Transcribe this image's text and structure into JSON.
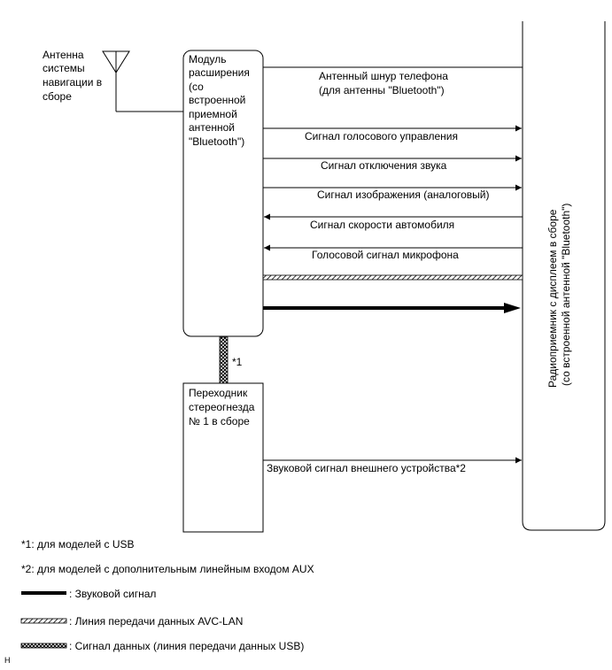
{
  "antenna": {
    "label_lines": [
      "Антенна",
      "системы",
      "навигации в",
      "сборе"
    ]
  },
  "module": {
    "label_lines": [
      "Модуль",
      "расширения",
      "(со",
      "встроенной",
      "приемной",
      "антенной",
      "\"Bluetooth\")"
    ]
  },
  "adapter": {
    "label_lines": [
      "Переходник",
      "стереогнезда",
      "№ 1 в сборе"
    ]
  },
  "radio": {
    "label_lines": [
      "Радиоприемник с дисплеем в сборе",
      "(со встроенной антенной \"Bluetooth\")"
    ]
  },
  "signals": {
    "phone_antenna": [
      "Антенный шнур телефона",
      "(для антенны \"Bluetooth\")"
    ],
    "voice_control": "Сигнал голосового управления",
    "mute": "Сигнал отключения звука",
    "image": "Сигнал изображения (аналоговый)",
    "speed": "Сигнал скорости автомобиля",
    "mic": "Голосовой сигнал микрофона",
    "external_audio": "Звуковой сигнал внешнего устройства*2",
    "usb_marker": "*1"
  },
  "notes": {
    "note1": "*1: для моделей с USB",
    "note2": "*2: для моделей с дополнительным линейным входом AUX"
  },
  "legend": {
    "audio": ": Звуковой сигнал",
    "avc_lan": ": Линия передачи данных AVC-LAN",
    "usb_data": ": Сигнал данных (линия передачи данных USB)"
  },
  "footer_mark": "H"
}
